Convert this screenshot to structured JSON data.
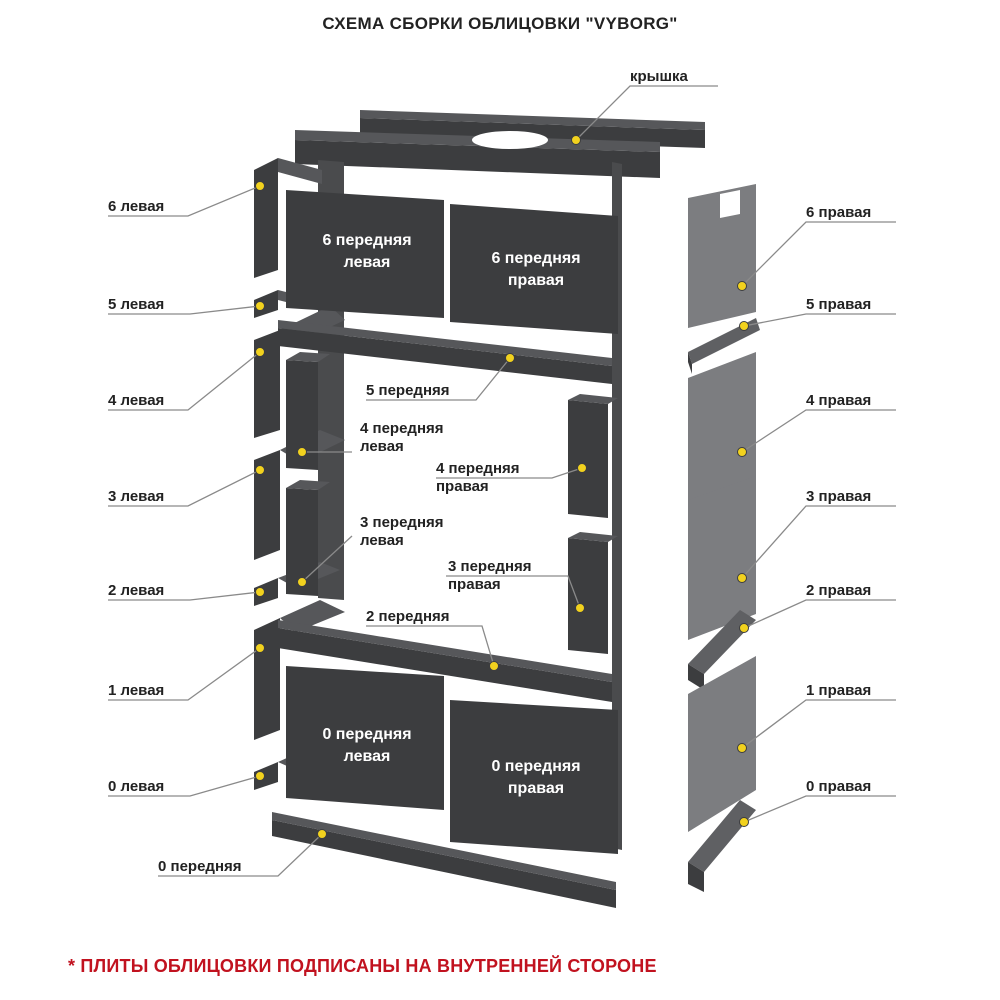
{
  "title": "СХЕМА СБОРКИ ОБЛИЦОВКИ  \"VYBORG\"",
  "footnote": "* ПЛИТЫ ОБЛИЦОВКИ ПОДПИСАНЫ НА ВНУТРЕННЕЙ СТОРОНЕ",
  "colors": {
    "plate_dark": "#3c3d3f",
    "plate_dark_top": "#56575a",
    "plate_gray": "#7c7d80",
    "plate_gray_side": "#5f6063",
    "marker": "#f2d21e",
    "leader": "#8a8a8a",
    "footnote": "#c1121f"
  },
  "labels": {
    "kryshka": "крышка",
    "l6": "6 левая",
    "l5": "5 левая",
    "l4": "4 левая",
    "l3": "3 левая",
    "l2": "2 левая",
    "l1": "1 левая",
    "l0": "0 левая",
    "r6": "6 правая",
    "r5": "5 правая",
    "r4": "4 правая",
    "r3": "3 правая",
    "r2": "2 правая",
    "r1": "1 правая",
    "r0": "0 правая",
    "f5": "5 передняя",
    "f4l": "4 передняя\nлевая",
    "f4r": "4 передняя\nправая",
    "f3l": "3 передняя\nлевая",
    "f3r": "3 передняя\nправая",
    "f2": "2 передняя",
    "f0": "0 передняя"
  },
  "plate_labels": {
    "f6l": "6 передняя\nлевая",
    "f6r": "6 передняя\nправая",
    "f0l": "0 передняя\nлевая",
    "f0r": "0 передняя\nправая"
  }
}
